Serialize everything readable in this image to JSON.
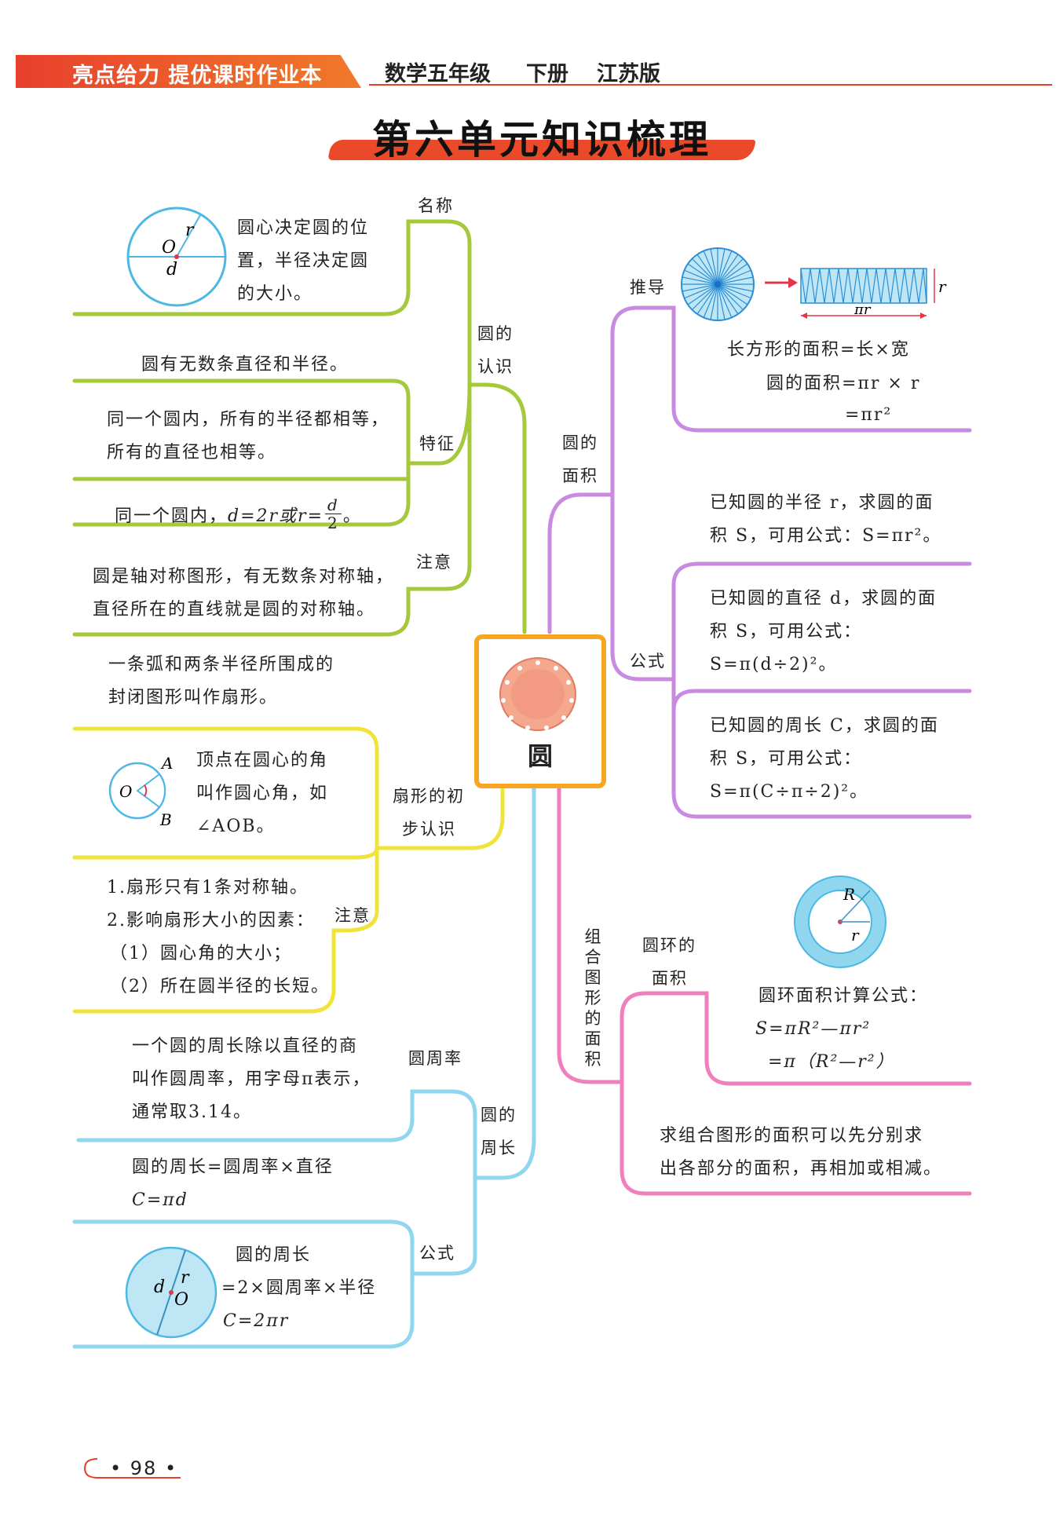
{
  "header": {
    "brand": "亮点给力  提优课时作业本",
    "subject": "数学五年级",
    "volume": "下册",
    "edition": "江苏版"
  },
  "title": "第六单元知识梳理",
  "center": {
    "label": "圆",
    "icon": "plate-icon"
  },
  "left": {
    "recognition": {
      "label_line1": "圆的",
      "label_line2": "认识",
      "naming": {
        "label": "名称",
        "text_lines": [
          "圆心决定圆的位",
          "置，半径决定圆",
          "的大小。"
        ],
        "diagram_letters": {
          "r": "r",
          "o": "O",
          "d": "d"
        }
      },
      "features": {
        "label": "特征",
        "item1": "圆有无数条直径和半径。",
        "item2_lines": [
          "同一个圆内，所有的半径都相等，",
          "所有的直径也相等。"
        ],
        "item3_prefix": "同一个圆内，",
        "item3_formula": "d=2r或r=",
        "item3_num": "d",
        "item3_den": "2",
        "item3_suffix": "。"
      },
      "note": {
        "label": "注意",
        "text_lines": [
          "圆是轴对称图形，有无数条对称轴，",
          "直径所在的直线就是圆的对称轴。"
        ]
      }
    },
    "sector": {
      "label_line1": "扇形的初",
      "label_line2": "步认识",
      "definition_lines": [
        "一条弧和两条半径所围成的",
        "封闭图形叫作扇形。"
      ],
      "angle_lines": [
        "顶点在圆心的角",
        "叫作圆心角，如",
        "∠AOB。"
      ],
      "angle_letters": {
        "a": "A",
        "o": "O",
        "b": "B"
      },
      "note": {
        "label": "注意",
        "lines": [
          "1.扇形只有1条对称轴。",
          "2.影响扇形大小的因素：",
          "（1）圆心角的大小；",
          "（2）所在圆半径的长短。"
        ]
      }
    },
    "circumference": {
      "label_line1": "圆的",
      "label_line2": "周长",
      "pi": {
        "label": "圆周率",
        "lines": [
          "一个圆的周长除以直径的商",
          "叫作圆周率，用字母π表示，",
          "通常取3.14。"
        ]
      },
      "formula": {
        "label": "公式",
        "line1": "圆的周长=圆周率×直径",
        "line2": "C=πd",
        "line3": "圆的周长",
        "line4": "=2×圆周率×半径",
        "line5": "C=2πr",
        "diagram_letters": {
          "d": "d",
          "r": "r",
          "o": "O"
        }
      }
    }
  },
  "right": {
    "area": {
      "label_line1": "圆的",
      "label_line2": "面积",
      "derivation": {
        "label": "推导",
        "rect_r": "r",
        "rect_pir": "πr",
        "line1": "长方形的面积=长×宽",
        "line2": "圆的面积=πr × r",
        "line3": "=πr²"
      },
      "formula": {
        "label": "公式",
        "case1_lines": [
          "已知圆的半径 r，求圆的面",
          "积 S，可用公式：S=πr²。"
        ],
        "case2_lines": [
          "已知圆的直径 d，求圆的面",
          "积 S，可用公式：",
          "S=π(d÷2)²。"
        ],
        "case3_lines": [
          "已知圆的周长 C，求圆的面",
          "积 S，可用公式：",
          "S=π(C÷π÷2)²。"
        ]
      }
    },
    "composite": {
      "label_chars": [
        "组",
        "合",
        "图",
        "形",
        "的",
        "面",
        "积"
      ],
      "ring": {
        "label_line1": "圆环的",
        "label_line2": "面积",
        "diagram_R": "R",
        "diagram_r": "r",
        "line1": "圆环面积计算公式：",
        "line2": "S=πR²—πr²",
        "line3": "=π（R²—r²）"
      },
      "method_lines": [
        "求组合图形的面积可以先分别求",
        "出各部分的面积，再相加或相减。"
      ]
    }
  },
  "page_number": "• 98 •",
  "colors": {
    "recognition": "#a4c93b",
    "sector": "#f0e43a",
    "circumference": "#8fd6ee",
    "area": "#c98be0",
    "composite": "#ef7fbd",
    "center": "#f6a623",
    "accent": "#e8402c",
    "circle_fill": "#bfe6f5"
  }
}
